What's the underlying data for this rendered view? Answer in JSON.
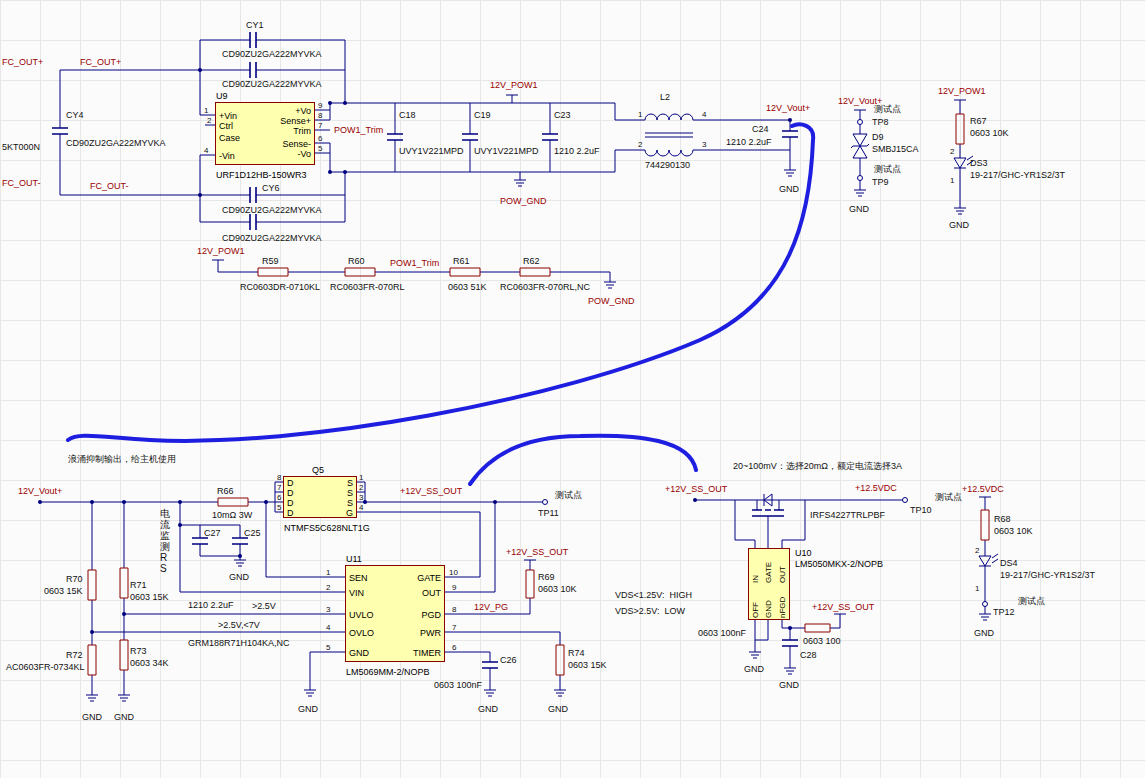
{
  "diagram": {
    "nodes": [
      {
        "text": [
          "U9",
          "+Vin",
          "Ctrl",
          "Case",
          "-Vin",
          "+Vo",
          "Sense+",
          "Trim",
          "Sense-",
          "-Vo",
          "URF1D12HB-150WR3"
        ]
      },
      {
        "text": [
          "Q5",
          "D",
          "D",
          "D",
          "D",
          "S",
          "S",
          "S",
          "G",
          "NTMFS5C628NLT1G"
        ]
      },
      {
        "text": [
          "U11",
          "SEN",
          "VIN",
          "UVLO",
          "OVLO",
          "GND",
          "GATE",
          "OUT",
          "PGD",
          "PWR",
          "TIMER",
          "LM5069MM-2/NOPB"
        ]
      },
      {
        "text": [
          "U10",
          "LM5050MKX-2/NOPB",
          "IN",
          "GATE",
          "OUT",
          "OFF",
          "GND",
          "nFGD"
        ]
      }
    ],
    "edges": [
      {
        "from": 1,
        "to": 2,
        "arrow": "none"
      },
      {
        "from": 1,
        "to": 2,
        "arrow": "none"
      },
      {
        "from": 1,
        "to": 2,
        "arrow": "none"
      }
    ],
    "labels": [
      "FC_OUT+",
      "5KT000N",
      "FC_OUT-",
      "FC_OUT+",
      "FC_OUT-",
      "CY1",
      "CD90ZU2GA222MYVKA",
      "CD90ZU2GA222MYVKA",
      "CY4",
      "CD90ZU2GA222MYVKA",
      "CY6",
      "CD90ZU2GA222MYVKA",
      "CD90ZU2GA222MYVKA",
      "1",
      "2",
      "4",
      "9",
      "8",
      "7",
      "6",
      "5",
      "POW1_Trim",
      "C18",
      "UVY1V221MPD",
      "C19",
      "UVY1V221MPD",
      "C23",
      "1210 2.2uF",
      "12V_POW1",
      "POW_GND",
      "L2",
      "1",
      "2",
      "4",
      "3",
      "744290130",
      "12V_Vout+",
      "C24",
      "1210 2.2uF",
      "GND",
      "12V_Vout+",
      "测试点",
      "TP8",
      "D9",
      "SMBJ15CA",
      "测试点",
      "TP9",
      "GND",
      "12V_POW1",
      "R67",
      "0603 10K",
      "2",
      "DS3",
      "19-217/GHC-YR1S2/3T",
      "1",
      "GND",
      "12V_POW1",
      "R59",
      "RC0603DR-0710KL",
      "R60",
      "RC0603FR-070RL",
      "POW1_Trim",
      "R61",
      "0603 51K",
      "R62",
      "RC0603FR-070RL,NC",
      "POW_GND",
      "浪涌抑制输出，给主机使用",
      "12V_Vout+",
      "R66",
      "10mΩ 3W",
      "8",
      "7",
      "6",
      "5",
      "1",
      "2",
      "3",
      "4",
      "+12V_SS_OUT",
      "测试点",
      "TP11",
      "1",
      "2",
      "3",
      "4",
      "5",
      "10",
      "9",
      "8",
      "7",
      "6",
      "电流监测RS",
      "R70",
      "0603 15K",
      "R71",
      "0603 15K",
      "R72",
      "AC0603FR-0734KL",
      "R73",
      "0603 34K",
      "GND",
      "GND",
      "C27",
      "C25",
      "GND",
      "1210 2.2uF",
      ">2.5V",
      ">2.5V,<7V",
      "GRM188R71H104KA,NC",
      "GND",
      "+12V_SS_OUT",
      "R69",
      "0603 10K",
      "12V_PG",
      "R74",
      "0603 15K",
      "C26",
      "0603 100nF",
      "GND",
      "GND",
      "VDS<1.25V:  HIGH",
      "VDS>2.5V:  LOW",
      "20~100mV：选择20mΩ，额定电流选择3A",
      "+12V_SS_OUT",
      "IRFS4227TRLPBF",
      "+12.5VDC",
      "TP10",
      "测试点",
      "0603 100nF",
      "+12V_SS_OUT",
      "0603 100",
      "C28",
      "GND",
      "GND",
      "+12.5VDC",
      "R68",
      "0603 10K",
      "2",
      "DS4",
      "19-217/GHC-YR1S2/3T",
      "1",
      "测试点",
      "TP12",
      "GND"
    ]
  }
}
